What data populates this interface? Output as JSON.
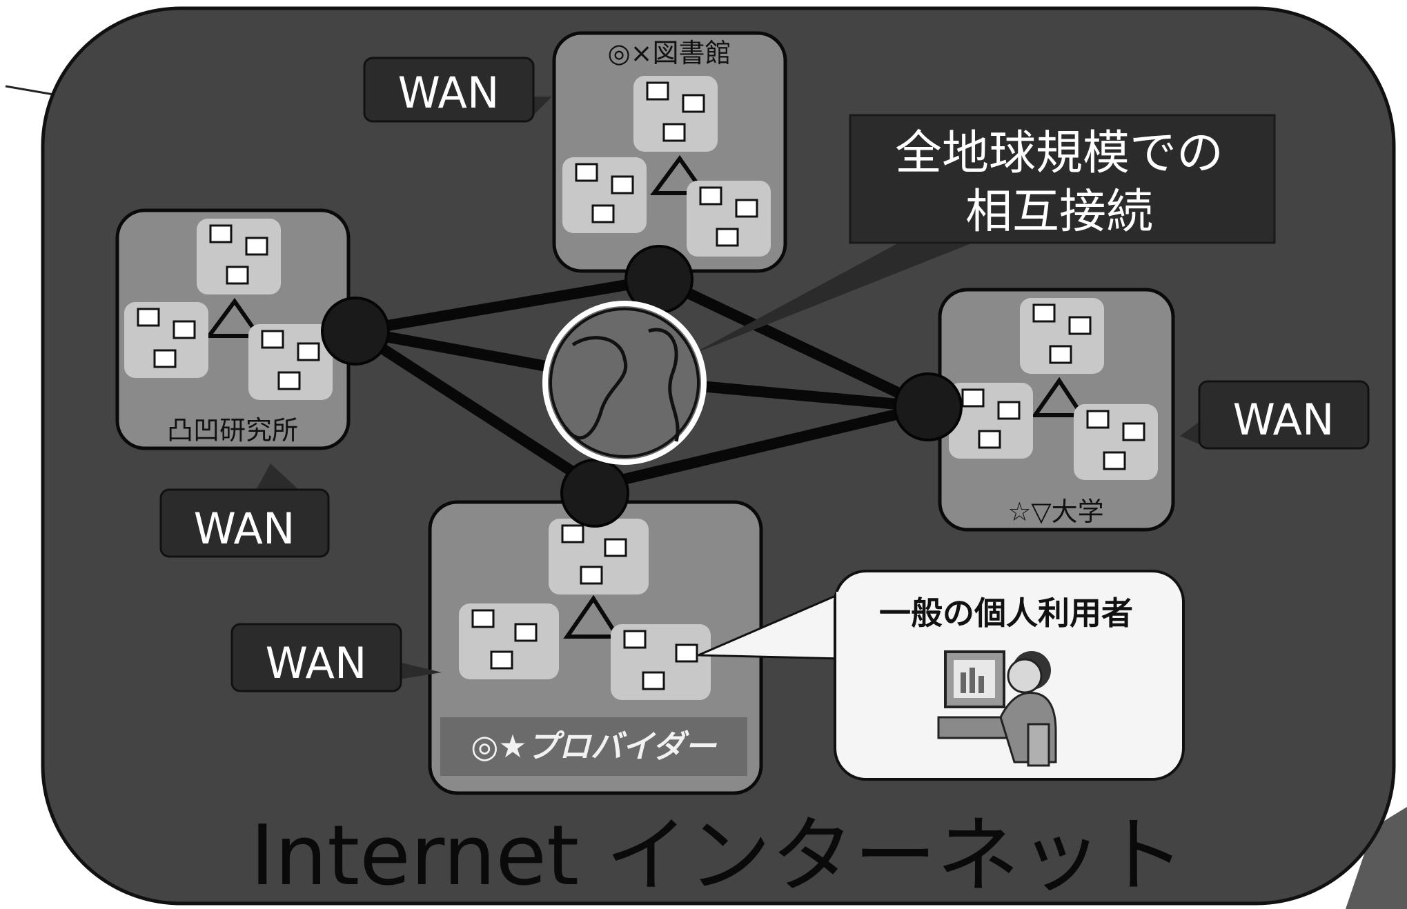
{
  "diagram": {
    "networks": [
      {
        "id": "library",
        "label": "◎×図書館",
        "wan_label": "WAN"
      },
      {
        "id": "lab",
        "label": "凸凹研究所",
        "wan_label": "WAN"
      },
      {
        "id": "university",
        "label": "☆▽大学",
        "wan_label": "WAN"
      },
      {
        "id": "provider",
        "label": "◎★プロバイダー",
        "wan_label": "WAN"
      }
    ],
    "callout_global": {
      "line1": "全地球規模での",
      "line2": "相互接続"
    },
    "callout_user": {
      "label": "一般の個人利用者"
    },
    "title": "Internet インターネット"
  }
}
